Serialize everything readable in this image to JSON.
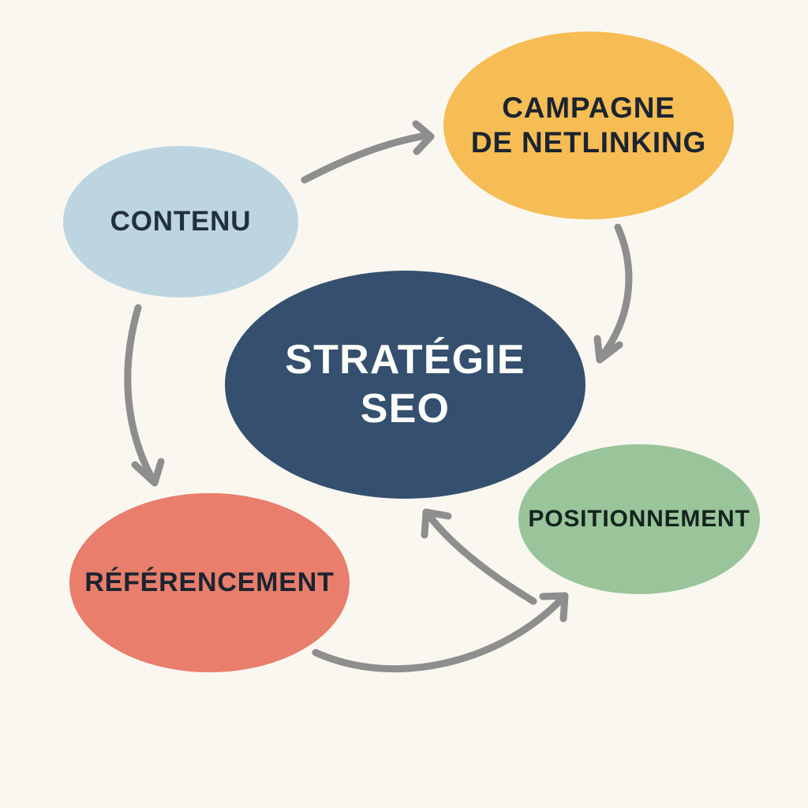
{
  "diagram": {
    "title_node": "STRATÉGIE\nSEO",
    "background_color": "#faf7f0",
    "arrow_color": "#8e8e8e",
    "nodes": [
      {
        "id": "contenu",
        "label": "CONTENU",
        "fill": "#bcd5e0",
        "text_color": "#222f3d"
      },
      {
        "id": "netlinking",
        "label": "CAMPAGNE\nDE NETLINKING",
        "fill": "#f6bd54",
        "text_color": "#1b2430"
      },
      {
        "id": "strategie",
        "label": "STRATÉGIE\nSEO",
        "fill": "#34506e",
        "text_color": "#fcfcfa"
      },
      {
        "id": "referencement",
        "label": "RÉFÉRENCEMENT",
        "fill": "#e87e6b",
        "text_color": "#1b2430"
      },
      {
        "id": "positionnement",
        "label": "POSITIONNEMENT",
        "fill": "#9ac49a",
        "text_color": "#13241f"
      }
    ],
    "arrows": [
      {
        "id": "contenu-to-netlinking",
        "from": "contenu",
        "to": "netlinking"
      },
      {
        "id": "netlinking-to-strategie",
        "from": "netlinking",
        "to": "strategie"
      },
      {
        "id": "contenu-to-referencement",
        "from": "contenu",
        "to": "referencement"
      },
      {
        "id": "referencement-to-positionnement",
        "from": "referencement",
        "to": "positionnement"
      },
      {
        "id": "positionnement-to-strategie",
        "from": "positionnement",
        "to": "strategie"
      }
    ]
  }
}
